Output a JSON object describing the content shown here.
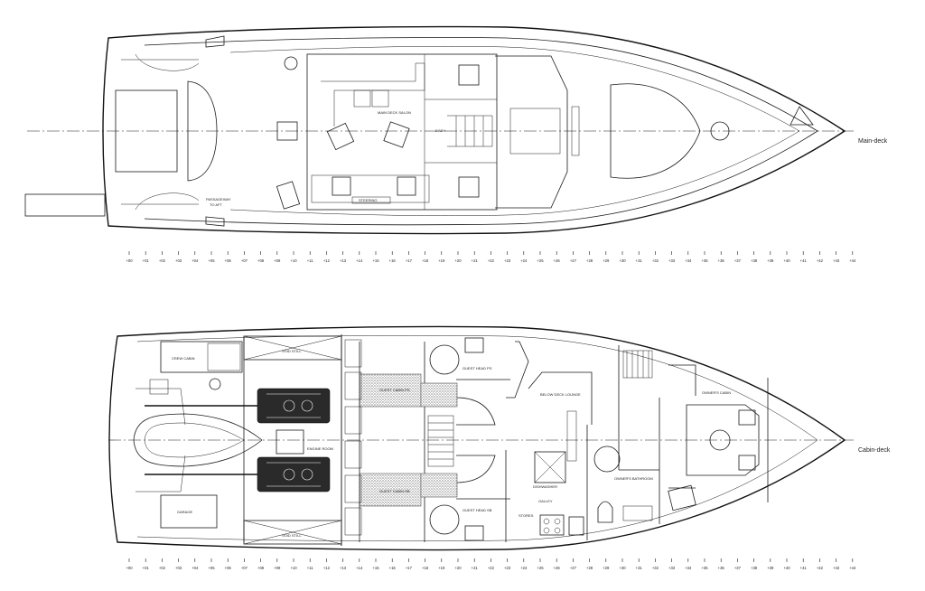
{
  "decks": {
    "main": {
      "label": "Main-deck",
      "rooms": {
        "saloon": "MAIN DECK SALON",
        "side_note_1": "PASSAGEWAY",
        "side_note_2": "TO AFT",
        "lift": "STEERING",
        "helm": "DASH"
      }
    },
    "cabin": {
      "label": "Cabin-deck",
      "rooms": {
        "crew": "CREW CABIN",
        "engine": "ENGINE ROOM",
        "tender": "GARAGE",
        "void_top": "VOID STILL",
        "void_bottom": "VOID STILL",
        "guest_ps": "GUEST HEAD PS",
        "guest_sb": "GUEST HEAD SB",
        "guest_cabin_ps": "GUEST CABIN PS",
        "guest_cabin_sb": "GUEST CABIN SB",
        "lounge": "BELOW DECK LOUNGE",
        "owner_cabin": "OWNER'S CABIN",
        "owner_bath": "OWNER'S BATHROOM",
        "galley": "GALLEY",
        "dishwasher": "DISHWASHER",
        "stores": "STORES"
      }
    }
  },
  "frames": [
    "+00",
    "+01",
    "+02",
    "+03",
    "+04",
    "+05",
    "+06",
    "+07",
    "+08",
    "+09",
    "+10",
    "+11",
    "+12",
    "+13",
    "+14",
    "+15",
    "+16",
    "+17",
    "+18",
    "+19",
    "+20",
    "+21",
    "+22",
    "+23",
    "+24",
    "+25",
    "+26",
    "+27",
    "+28",
    "+29",
    "+30",
    "+31",
    "+32",
    "+33",
    "+34",
    "+35",
    "+36",
    "+37",
    "+38",
    "+39",
    "+40",
    "+41",
    "+42",
    "+43",
    "+44"
  ],
  "colors": {
    "line": "#1a1a1a",
    "background": "#ffffff",
    "engine": "#2a2a2a"
  }
}
